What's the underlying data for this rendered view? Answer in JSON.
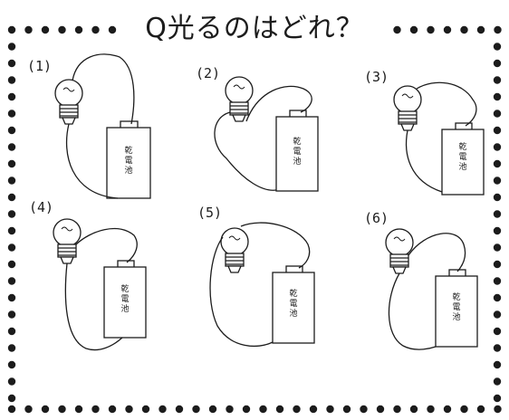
{
  "title": "Q光るのはどれ？",
  "battery_label": "乾電池",
  "battery_chars": [
    "乾",
    "電",
    "池"
  ],
  "circuits": [
    {
      "label": "(1)"
    },
    {
      "label": "(2)"
    },
    {
      "label": "(3)"
    },
    {
      "label": "(4)"
    },
    {
      "label": "(5)"
    },
    {
      "label": "(6)"
    }
  ],
  "colors": {
    "ink": "#1c1c1c",
    "background": "#ffffff",
    "dot": "#1c1c1c"
  }
}
